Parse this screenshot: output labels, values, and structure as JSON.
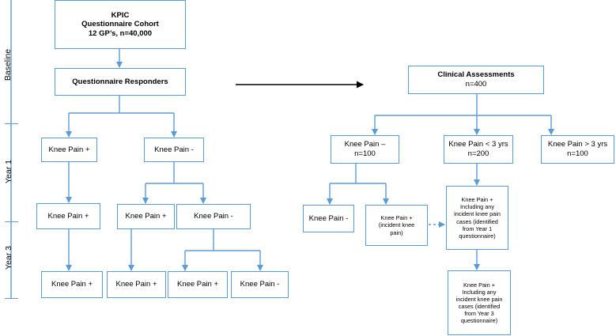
{
  "phases": {
    "baseline": "Baseline",
    "year1": "Year 1",
    "year3": "Year 3"
  },
  "left": {
    "cohort": {
      "title": "KPIC",
      "line2": "Questionnaire Cohort",
      "line3": "12 GP’s, n=40,000"
    },
    "responders": "Questionnaire Responders",
    "y1_pos": "Knee Pain +",
    "y1_neg": "Knee Pain -",
    "y1_pos_y3": "Knee Pain +",
    "y1_neg_pos": "Knee Pain +",
    "y1_neg_neg": "Knee Pain -",
    "y3_a": "Knee Pain +",
    "y3_b": "Knee Pain +",
    "y3_c": "Knee Pain +",
    "y3_d": "Knee Pain -"
  },
  "right": {
    "clinical": {
      "title": "Clinical Assessments",
      "n": "n=400"
    },
    "kp_neg": {
      "label": "Knee Pain –",
      "n": "n=100"
    },
    "kp_le3": {
      "label": "Knee Pain < 3 yrs",
      "n": "n=200"
    },
    "kp_ge3": {
      "label": "Knee Pain > 3 yrs",
      "n": "n=100"
    },
    "kp_neg_neg": "Knee Pain -",
    "kp_neg_incident": [
      "Knee Pain +",
      "(incident knee",
      "pain)"
    ],
    "y1_incident": [
      "Knee Pain +",
      "Including any",
      "incident knee pain",
      "cases (identified",
      "from Year 1",
      "questionnaire)"
    ],
    "y3_incident": [
      "Knee Pain +",
      "Including any",
      "incident knee pain",
      "cases (identified",
      "from Year 3",
      "questionnaire)"
    ]
  },
  "colors": {
    "line": "#5b9bd5",
    "arrow_black": "#000000"
  }
}
